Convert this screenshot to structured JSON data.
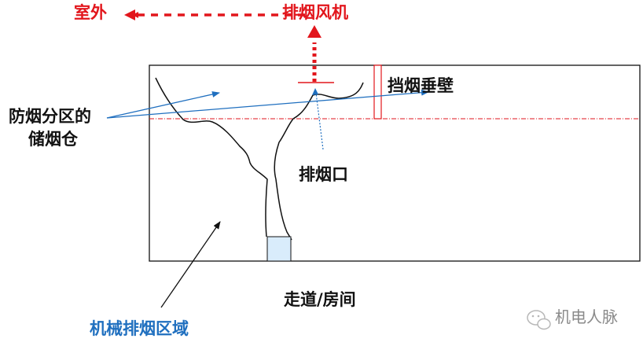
{
  "labels": {
    "outdoor": "室外",
    "smoke_exhaust_fan": "排烟风机",
    "smoke_curtain_wall": "挡烟垂壁",
    "smoke_reservoir_line1": "防烟分区的",
    "smoke_reservoir_line2": "储烟仓",
    "smoke_exhaust_outlet": "排烟口",
    "corridor_room": "走道/房间",
    "mechanical_exhaust_area": "机械排烟区域"
  },
  "watermark": {
    "text": "机电人脉",
    "icon": "wechat-icon"
  },
  "colors": {
    "red": "#e2161c",
    "blue": "#1f6fbf",
    "black": "#111111",
    "duct_fill": "#d9ecfb"
  }
}
